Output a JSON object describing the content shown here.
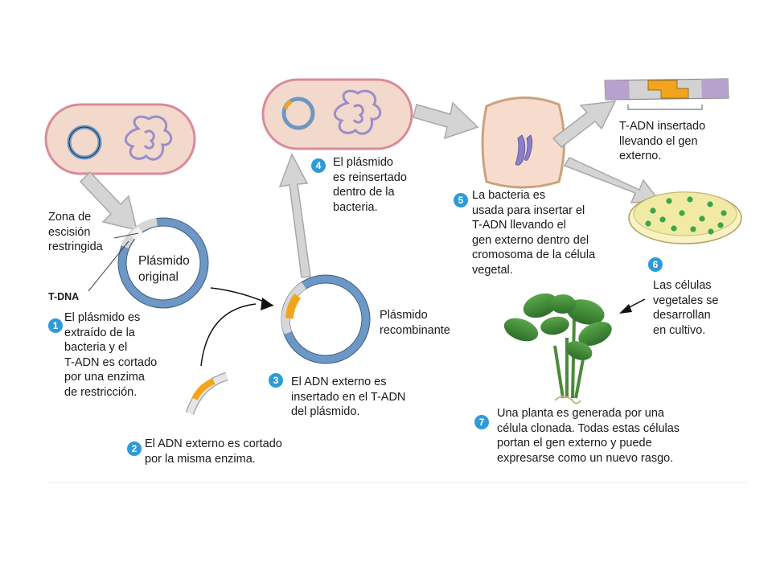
{
  "labels": {
    "zona": [
      "Zona de",
      "escisión",
      "restringida"
    ],
    "plasmido_original": [
      "Plásmido",
      "original"
    ],
    "tdna": "T-DNA",
    "plasmido_recombinante": [
      "Plásmido",
      "recombinante"
    ],
    "tadn_insertado": [
      "T-ADN insertado",
      "llevando el gen",
      "externo."
    ]
  },
  "steps": [
    {
      "number": "1",
      "lines": [
        "El plásmido es",
        "extraído de la",
        "bacteria y el",
        "T-ADN es cortado",
        "por una enzima",
        "de restricción."
      ]
    },
    {
      "number": "2",
      "lines": [
        "El ADN externo es cortado",
        "por la misma enzima."
      ]
    },
    {
      "number": "3",
      "lines": [
        "El ADN externo es",
        "insertado en el T-ADN",
        "del plásmido."
      ]
    },
    {
      "number": "4",
      "lines": [
        "El plásmido",
        "es reinsertado",
        "dentro de la",
        "bacteria."
      ]
    },
    {
      "number": "5",
      "lines": [
        "La bacteria es",
        "usada para insertar el",
        "T-ADN llevando el",
        "gen externo dentro del",
        "cromosoma de la célula",
        "vegetal."
      ]
    },
    {
      "number": "6",
      "lines": [
        "Las células",
        "vegetales se",
        "desarrollan",
        "en cultivo."
      ]
    },
    {
      "number": "7",
      "lines": [
        "Una planta es generada por una",
        "célula clonada. Todas estas células",
        "portan el gen externo y puede",
        "expresarse como un nuevo rasgo."
      ]
    }
  ],
  "colors": {
    "bacteria_fill": "#f3d9cc",
    "bacteria_stroke": "#d98b9a",
    "plasmid_blue": "#6d97c4",
    "plasmid_light": "#aac4e2",
    "chromosome": "#9a8ec8",
    "gene_orange": "#f2a51c",
    "badge_blue": "#2f9bd6",
    "petri_agar": "#f1eaa4",
    "colony_green": "#3aa54a",
    "leaf_green": "#3d8a3a"
  }
}
